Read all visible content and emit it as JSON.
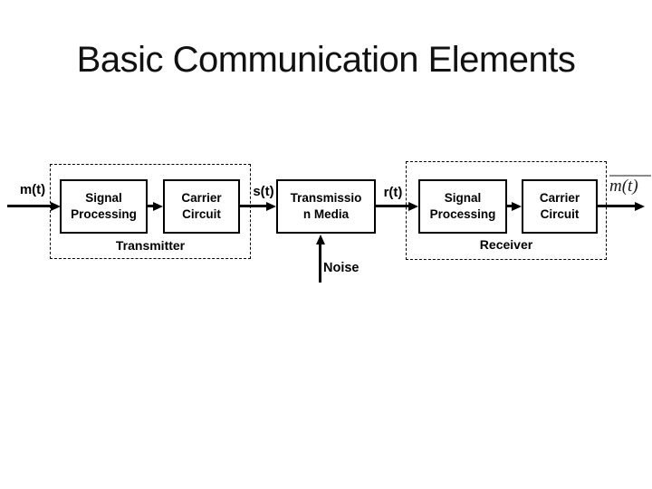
{
  "slide": {
    "title": "Basic Communication Elements"
  },
  "diagram": {
    "input_label": "m(t)",
    "signal_s_label": "s(t)",
    "signal_r_label": "r(t)",
    "output_label": "m(t)",
    "transmitter": {
      "group_label": "Transmitter",
      "blocks": [
        {
          "lines": [
            "Signal",
            "Processing"
          ]
        },
        {
          "lines": [
            "Carrier",
            "Circuit"
          ]
        }
      ]
    },
    "channel": {
      "block_lines": [
        "Transmissio",
        "n Media"
      ],
      "noise_label": "Noise"
    },
    "receiver": {
      "group_label": "Receiver",
      "blocks": [
        {
          "lines": [
            "Signal",
            "Processing"
          ]
        },
        {
          "lines": [
            "Carrier",
            "Circuit"
          ]
        }
      ]
    }
  },
  "colors": {
    "line": "#000000",
    "text": "#000000",
    "background": "#ffffff",
    "overline": "#8a8a8a"
  }
}
